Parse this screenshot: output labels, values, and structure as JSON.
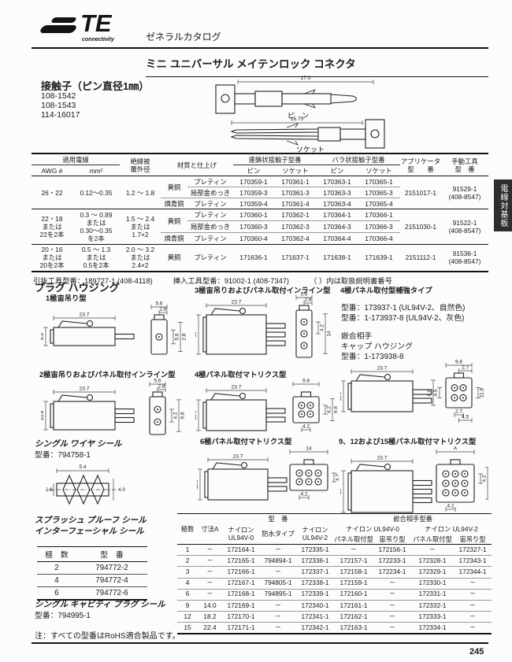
{
  "page": {
    "catalog_label": "ゼネラルカタログ",
    "title": "ミニ ユニバーサル メイテンロック コネクタ",
    "page_number": "245",
    "side_tab": "電線対基板",
    "rohs_note": "注：すべての型番はRoHS適合製品です。"
  },
  "logo": {
    "brand": "TE",
    "sub": "connectivity"
  },
  "contacts": {
    "heading": "接触子（ピン直径1㎜）",
    "part_numbers": [
      "108-1542",
      "108-1543",
      "114-16017"
    ],
    "pin_dim": "17.0",
    "pin_label": "ピ　ン",
    "socket_dim": "16.75",
    "socket_label": "ソケット"
  },
  "wire_table": {
    "h_wire": "適用電線",
    "h_awg": "AWG #",
    "h_mm2": "mm²",
    "h_od1": "絶縁被",
    "h_od2": "覆外径",
    "h_material": "材質と仕上げ",
    "h_strip": "連鎖状接触子型番",
    "h_loose": "バラ状接触子型番",
    "h_pin": "ピン",
    "h_socket": "ソケット",
    "h_app1": "アプリケータ",
    "h_app2": "型　　番",
    "h_tool1": "手動工具",
    "h_tool2": "型　番",
    "groups": [
      {
        "awg": "26・22",
        "mm2": "0.12～0.35",
        "od": "1.2 ～ 1.8",
        "rows": [
          {
            "material": "黄銅",
            "mspan": 2,
            "finish": "プレティン",
            "parts": [
              "170359-1",
              "170361-1",
              "170363-1",
              "170365-1"
            ]
          },
          {
            "finish": "局部金めっき",
            "parts": [
              "170359-3",
              "170361-3",
              "170363-3",
              "170365-3"
            ]
          },
          {
            "material": "燐青銅",
            "mspan": 1,
            "finish": "プレティン",
            "parts": [
              "170359-4",
              "170361-4",
              "170363-4",
              "170365-4"
            ]
          }
        ],
        "applicator": "2151017-1",
        "tool": "91529-1\n(408-8547)"
      },
      {
        "awg": "22・18\nまたは\n22を2本",
        "mm2": "0.3 ～ 0.89\nまたは\n0.30～0.35\nを2本",
        "od": "1.5 ～ 2.4\nまたは\n1.7×2",
        "rows": [
          {
            "material": "黄銅",
            "mspan": 2,
            "finish": "プレティン",
            "parts": [
              "170360-1",
              "170362-1",
              "170364-1",
              "170366-1"
            ]
          },
          {
            "finish": "局部金めっき",
            "parts": [
              "170360-3",
              "170362-3",
              "170364-3",
              "170366-3"
            ]
          },
          {
            "material": "燐青銅",
            "mspan": 1,
            "finish": "プレティン",
            "parts": [
              "170360-4",
              "170362-4",
              "170364-4",
              "170366-4"
            ]
          }
        ],
        "applicator": "2151030-1",
        "tool": "91522-1\n(408-8547)"
      },
      {
        "awg": "20・16\nまたは\n20を2本",
        "mm2": "0.5 ～ 1.3\nまたは\n0.5を2本",
        "od": "2.0 ～ 3.2\nまたは\n2.4×2",
        "rows": [
          {
            "material": "黄銅",
            "mspan": 1,
            "finish": "プレティン",
            "parts": [
              "171636-1",
              "171637-1",
              "171638-1",
              "171639-1"
            ]
          }
        ],
        "applicator": "2151112-1",
        "tool": "91536-1\n(408-8547)"
      }
    ],
    "footnotes": [
      "引抜工具型番：189727-1 (408-4118)",
      "挿入工具型番：91002-1 (408-7347)",
      "（ ）内は取扱説明書番号"
    ]
  },
  "housing": {
    "heading": "プラグ ハウジング",
    "d1": {
      "label": "1極宙吊り型",
      "dims": {
        "w": "23.7",
        "h": "6.9",
        "ft": "5.6",
        "fti": "2.8",
        "fr": "5.6",
        "fr2": "2.8"
      }
    },
    "d2": {
      "label": "2極宙吊りおよびパネル取付インライン型",
      "dims": {
        "w": "23.7",
        "h": "10.8",
        "ft": "5.6",
        "fti": "2.8",
        "fr": "4.2",
        "fr2": "9.8"
      }
    },
    "d3": {
      "label": "3極宙吊りおよびパネル取付インライン型",
      "dims": {
        "w": "23.7",
        "h": "15",
        "ft": "5.6",
        "fti": "2.8",
        "fr": "4.2",
        "fr2": "14"
      }
    },
    "d4": {
      "label": "4極パネル取付マトリクス型",
      "dims": {
        "w": "23.7",
        "h": "11.8",
        "ft": "9.8",
        "fr": "4.2",
        "fr2": "9.8",
        "fb": "4.2"
      }
    },
    "d5": {
      "label": "4極パネル取付型補強タイプ",
      "lines": [
        "型番：173937-1 (UL94V-2、自然色)",
        "型番：1-173937-8 (UL94V-2、灰色)",
        "嵌合相手",
        "キャップ ハウジング",
        "型番：1-173938-8"
      ],
      "dims": {
        "w": "23.7",
        "h": "11.8",
        "ft": "9.8",
        "fti": "2.7",
        "fl": "9.8",
        "fli": "4.5",
        "fr": "11.8",
        "fb": "2.7",
        "fb2": "4.5"
      }
    },
    "d6": {
      "label": "6極パネル取付マトリクス型",
      "dims": {
        "w": "23.7",
        "h": "11.8",
        "ft": "14",
        "fr": "4.2",
        "fr2": "9.8",
        "fb": "4.2"
      }
    },
    "d7": {
      "label": "9、12および15極パネル取付マトリクス型",
      "dims": {
        "w": "23.7",
        "h": "16",
        "ft": "A",
        "fr": "4.2",
        "fr2": "14",
        "fb": "4.2"
      }
    }
  },
  "single_wire_seal": {
    "heading": "シングル ワイヤ シール",
    "part": "型番：794758-1",
    "dims": {
      "w": "5.4",
      "l": "2.6",
      "r": "4.0"
    }
  },
  "splash_seal": {
    "heading1": "スプラッシュ プルーフ シール",
    "heading2": "インターフェーシャル シール",
    "h_poles": "極　数",
    "h_part": "型　番",
    "rows": [
      [
        "2",
        "794772-2"
      ],
      [
        "4",
        "794772-4"
      ],
      [
        "6",
        "794772-6"
      ]
    ]
  },
  "cavity_plug_seal": {
    "heading": "シングル キャビティ プラグ シール",
    "part": "型番：794995-1"
  },
  "parts_table": {
    "h_poles": "極数",
    "h_dim_a": "寸法A",
    "h_part_group": "型　番",
    "h_mate_group": "嵌合相手型番",
    "h_nylon_v0a": "ナイロン",
    "h_nylon_v0b": "UL94V-0",
    "h_waterproof": "防水タイプ",
    "h_nylon_v2a": "ナイロン",
    "h_nylon_v2b": "UL94V-2",
    "h_mate_v0": "ナイロン UL94V-0",
    "h_mate_v2": "ナイロン UL94V-2",
    "h_panel1": "パネル取付型",
    "h_hang1": "宙吊り型",
    "h_panel2": "パネル取付型",
    "h_hang2": "宙吊り型",
    "rows": [
      [
        "1",
        "－",
        "172164-1",
        "－",
        "172335-1",
        "－",
        "172156-1",
        "－",
        "172327-1"
      ],
      [
        "2",
        "－",
        "172165-1",
        "794894-1",
        "172336-1",
        "172157-1",
        "172233-1",
        "172328-1",
        "172343-1"
      ],
      [
        "3",
        "－",
        "172166-1",
        "－",
        "172337-1",
        "172158-1",
        "172234-1",
        "172329-1",
        "172344-1"
      ],
      [
        "4",
        "－",
        "172167-1",
        "794805-1",
        "172338-1",
        "172159-1",
        "－",
        "172330-1",
        "－"
      ],
      [
        "6",
        "－",
        "172168-1",
        "794895-1",
        "172339-1",
        "172160-1",
        "－",
        "172331-1",
        "－"
      ],
      [
        "9",
        "14.0",
        "172169-1",
        "－",
        "172340-1",
        "172161-1",
        "－",
        "172332-1",
        "－"
      ],
      [
        "12",
        "18.2",
        "172170-1",
        "－",
        "172341-1",
        "172162-1",
        "－",
        "172333-1",
        "－"
      ],
      [
        "15",
        "22.4",
        "172171-1",
        "－",
        "172342-1",
        "172163-1",
        "－",
        "172334-1",
        "－"
      ]
    ]
  },
  "colors": {
    "ink": "#1a1a1a",
    "tab_bg": "#2e2e2e"
  }
}
